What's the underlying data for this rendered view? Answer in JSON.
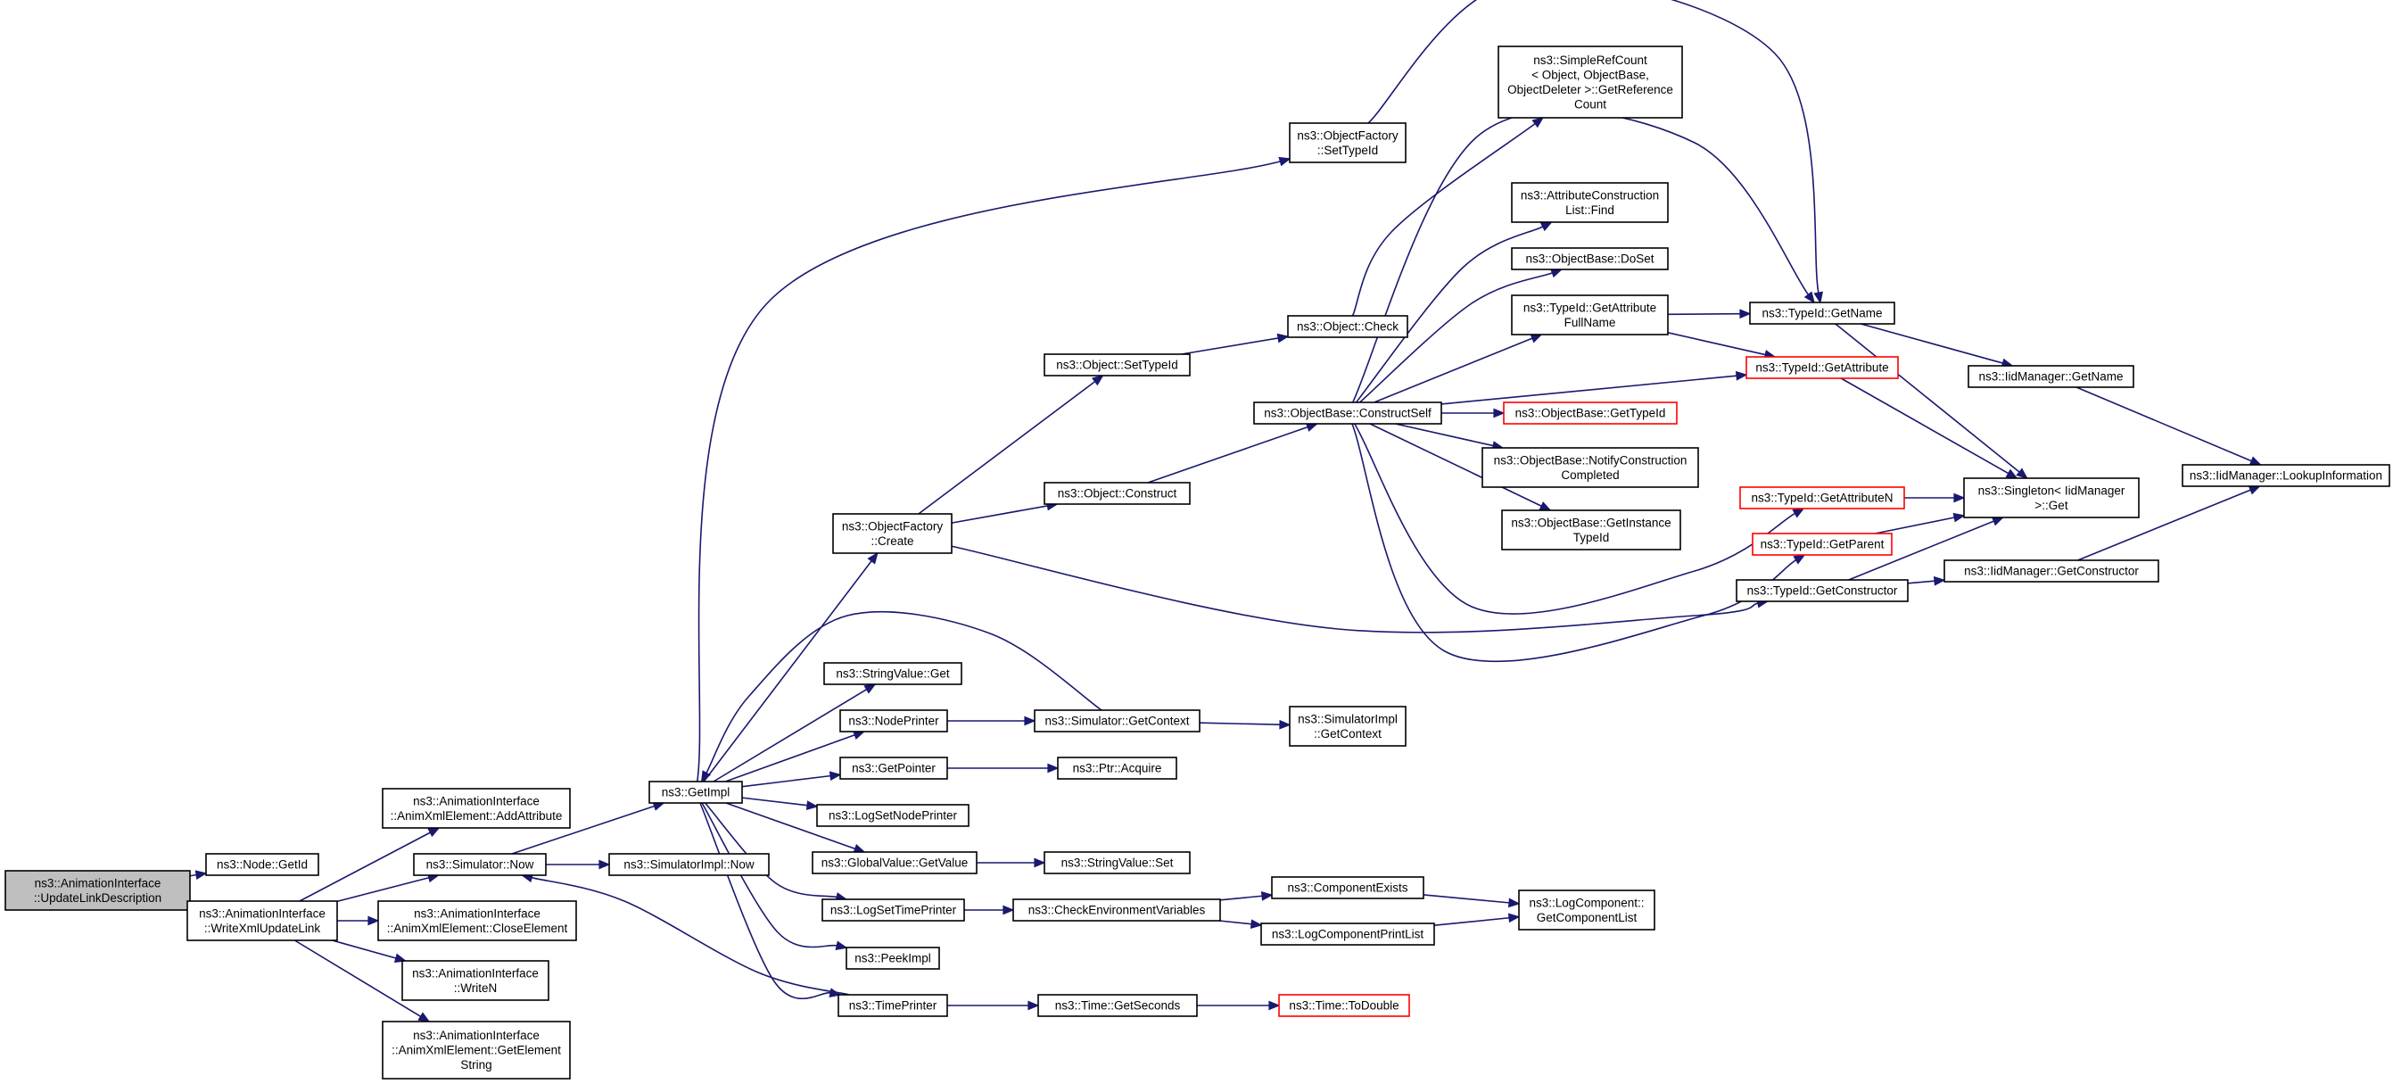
{
  "colors": {
    "edge": "#191970",
    "node_border": "#000000",
    "node_fill": "#ffffff",
    "root_fill": "#bfbfbf",
    "truncated_border": "#ff0000",
    "text": "#000000"
  },
  "graph": {
    "nodes": [
      {
        "id": "root",
        "lines": [
          "ns3::AnimationInterface",
          "::UpdateLinkDescription"
        ],
        "root": true
      },
      {
        "id": "nodeGetId",
        "lines": [
          "ns3::Node::GetId"
        ]
      },
      {
        "id": "writeXml",
        "lines": [
          "ns3::AnimationInterface",
          "::WriteXmlUpdateLink"
        ]
      },
      {
        "id": "addAttr",
        "lines": [
          "ns3::AnimationInterface",
          "::AnimXmlElement::AddAttribute"
        ]
      },
      {
        "id": "simNow",
        "lines": [
          "ns3::Simulator::Now"
        ]
      },
      {
        "id": "closeEl",
        "lines": [
          "ns3::AnimationInterface",
          "::AnimXmlElement::CloseElement"
        ]
      },
      {
        "id": "writeN",
        "lines": [
          "ns3::AnimationInterface",
          "::WriteN"
        ]
      },
      {
        "id": "getElStr",
        "lines": [
          "ns3::AnimationInterface",
          "::AnimXmlElement::GetElement",
          "String"
        ]
      },
      {
        "id": "getImpl",
        "lines": [
          "ns3::GetImpl"
        ]
      },
      {
        "id": "simImplNow",
        "lines": [
          "ns3::SimulatorImpl::Now"
        ]
      },
      {
        "id": "objFactorySetTypeId",
        "lines": [
          "ns3::ObjectFactory",
          "::SetTypeId"
        ]
      },
      {
        "id": "objFactoryCreate",
        "lines": [
          "ns3::ObjectFactory",
          "::Create"
        ]
      },
      {
        "id": "strValGet",
        "lines": [
          "ns3::StringValue::Get"
        ]
      },
      {
        "id": "nodePrinter",
        "lines": [
          "ns3::NodePrinter"
        ]
      },
      {
        "id": "getPointer",
        "lines": [
          "ns3::GetPointer"
        ]
      },
      {
        "id": "logSetNodePrinter",
        "lines": [
          "ns3::LogSetNodePrinter"
        ]
      },
      {
        "id": "globalValGet",
        "lines": [
          "ns3::GlobalValue::GetValue"
        ]
      },
      {
        "id": "logSetTimePrinter",
        "lines": [
          "ns3::LogSetTimePrinter"
        ]
      },
      {
        "id": "peekImpl",
        "lines": [
          "ns3::PeekImpl"
        ]
      },
      {
        "id": "timePrinter",
        "lines": [
          "ns3::TimePrinter"
        ]
      },
      {
        "id": "objSetTypeId",
        "lines": [
          "ns3::Object::SetTypeId"
        ]
      },
      {
        "id": "objConstruct",
        "lines": [
          "ns3::Object::Construct"
        ]
      },
      {
        "id": "simGetContext",
        "lines": [
          "ns3::Simulator::GetContext"
        ]
      },
      {
        "id": "ptrAcquire",
        "lines": [
          "ns3::Ptr::Acquire"
        ]
      },
      {
        "id": "strValSet",
        "lines": [
          "ns3::StringValue::Set"
        ]
      },
      {
        "id": "checkEnv",
        "lines": [
          "ns3::CheckEnvironmentVariables"
        ]
      },
      {
        "id": "timeGetSeconds",
        "lines": [
          "ns3::Time::GetSeconds"
        ]
      },
      {
        "id": "objCheck",
        "lines": [
          "ns3::Object::Check"
        ]
      },
      {
        "id": "constructSelf",
        "lines": [
          "ns3::ObjectBase::ConstructSelf"
        ]
      },
      {
        "id": "simImplGetContext",
        "lines": [
          "ns3::SimulatorImpl",
          "::GetContext"
        ]
      },
      {
        "id": "componentExists",
        "lines": [
          "ns3::ComponentExists"
        ]
      },
      {
        "id": "logCompPrintList",
        "lines": [
          "ns3::LogComponentPrintList"
        ]
      },
      {
        "id": "timeToDouble",
        "lines": [
          "ns3::Time::ToDouble"
        ],
        "truncated": true
      },
      {
        "id": "simpleRefCount",
        "lines": [
          "ns3::SimpleRefCount",
          "< Object, ObjectBase,",
          "ObjectDeleter >::GetReference",
          "Count"
        ]
      },
      {
        "id": "attrConsFind",
        "lines": [
          "ns3::AttributeConstruction",
          "List::Find"
        ]
      },
      {
        "id": "objBaseDoSet",
        "lines": [
          "ns3::ObjectBase::DoSet"
        ]
      },
      {
        "id": "typeIdGetAttrFullName",
        "lines": [
          "ns3::TypeId::GetAttribute",
          "FullName"
        ]
      },
      {
        "id": "objBaseGetTypeId",
        "lines": [
          "ns3::ObjectBase::GetTypeId"
        ],
        "truncated": true
      },
      {
        "id": "objBaseNotify",
        "lines": [
          "ns3::ObjectBase::NotifyConstruction",
          "Completed"
        ]
      },
      {
        "id": "objBaseGetInstance",
        "lines": [
          "ns3::ObjectBase::GetInstance",
          "TypeId"
        ]
      },
      {
        "id": "logCompGetList",
        "lines": [
          "ns3::LogComponent::",
          "GetComponentList"
        ]
      },
      {
        "id": "typeIdGetName",
        "lines": [
          "ns3::TypeId::GetName"
        ]
      },
      {
        "id": "typeIdGetAttribute",
        "lines": [
          "ns3::TypeId::GetAttribute"
        ],
        "truncated": true
      },
      {
        "id": "typeIdGetAttributeN",
        "lines": [
          "ns3::TypeId::GetAttributeN"
        ],
        "truncated": true
      },
      {
        "id": "typeIdGetParent",
        "lines": [
          "ns3::TypeId::GetParent"
        ],
        "truncated": true
      },
      {
        "id": "typeIdGetConstructor",
        "lines": [
          "ns3::TypeId::GetConstructor"
        ]
      },
      {
        "id": "iidMgrGetName",
        "lines": [
          "ns3::IidManager::GetName"
        ]
      },
      {
        "id": "singletonGet",
        "lines": [
          "ns3::Singleton< IidManager",
          ">::Get"
        ]
      },
      {
        "id": "iidMgrGetConstructor",
        "lines": [
          "ns3::IidManager::GetConstructor"
        ]
      },
      {
        "id": "iidMgrLookup",
        "lines": [
          "ns3::IidManager::LookupInformation"
        ]
      }
    ]
  }
}
